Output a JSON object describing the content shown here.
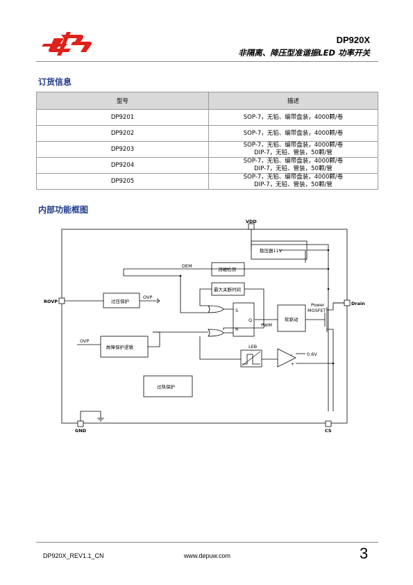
{
  "header": {
    "title": "DP920X",
    "subtitle": "非隔离、降压型准谐振LED 功率开关"
  },
  "ordering": {
    "section_title": "订货信息",
    "columns": [
      "型号",
      "描述"
    ],
    "rows": [
      {
        "model": "DP9201",
        "desc": [
          "SOP-7，无铅、编带盘装，4000颗/卷"
        ]
      },
      {
        "model": "DP9202",
        "desc": [
          "SOP-7，无铅、编带盘装，4000颗/卷"
        ]
      },
      {
        "model": "DP9203",
        "desc": [
          "SOP-7，无铅、编带盘装，4000颗/卷",
          "DIP-7，无铅、管装，50颗/管"
        ]
      },
      {
        "model": "DP9204",
        "desc": [
          "SOP-7，无铅、编带盘装，4000颗/卷",
          "DIP-7，无铅、管装，50颗/管"
        ]
      },
      {
        "model": "DP9205",
        "desc": [
          "SOP-7，无铅、编带盘装，4000颗/卷",
          "DIP-7，无铅、管装，50颗/管"
        ]
      }
    ]
  },
  "block_diagram": {
    "section_title": "内部功能框图",
    "pins": {
      "vdd": "VDD",
      "rovp": "ROVP",
      "drain": "Drain",
      "gnd": "GND",
      "cs": "CS"
    },
    "blocks": {
      "regulator": "稳压器11V",
      "demag": "消磁检测",
      "max_off": "最大关断时间",
      "ovp_protect": "过压保护",
      "driver": "软驱动",
      "fault": "故障保护逻辑",
      "otp": "过热保护"
    },
    "signals": {
      "dem": "DEM",
      "ovp_out": "OVP",
      "ovp_in": "OVP",
      "s": "S",
      "r": "R",
      "q": "Q",
      "pwm": "PWM",
      "leb": "LEB",
      "power_mosfet_1": "Power",
      "power_mosfet_2": "MOSFET",
      "vref": "0.6V",
      "minus": "-",
      "plus": "+"
    }
  },
  "footer": {
    "doc_id": "DP920X_REV1.1_CN",
    "website": "www.depuw.com",
    "page": "3"
  },
  "colors": {
    "logo_red": "#e0201b",
    "heading_blue": "#1f3a8a"
  }
}
